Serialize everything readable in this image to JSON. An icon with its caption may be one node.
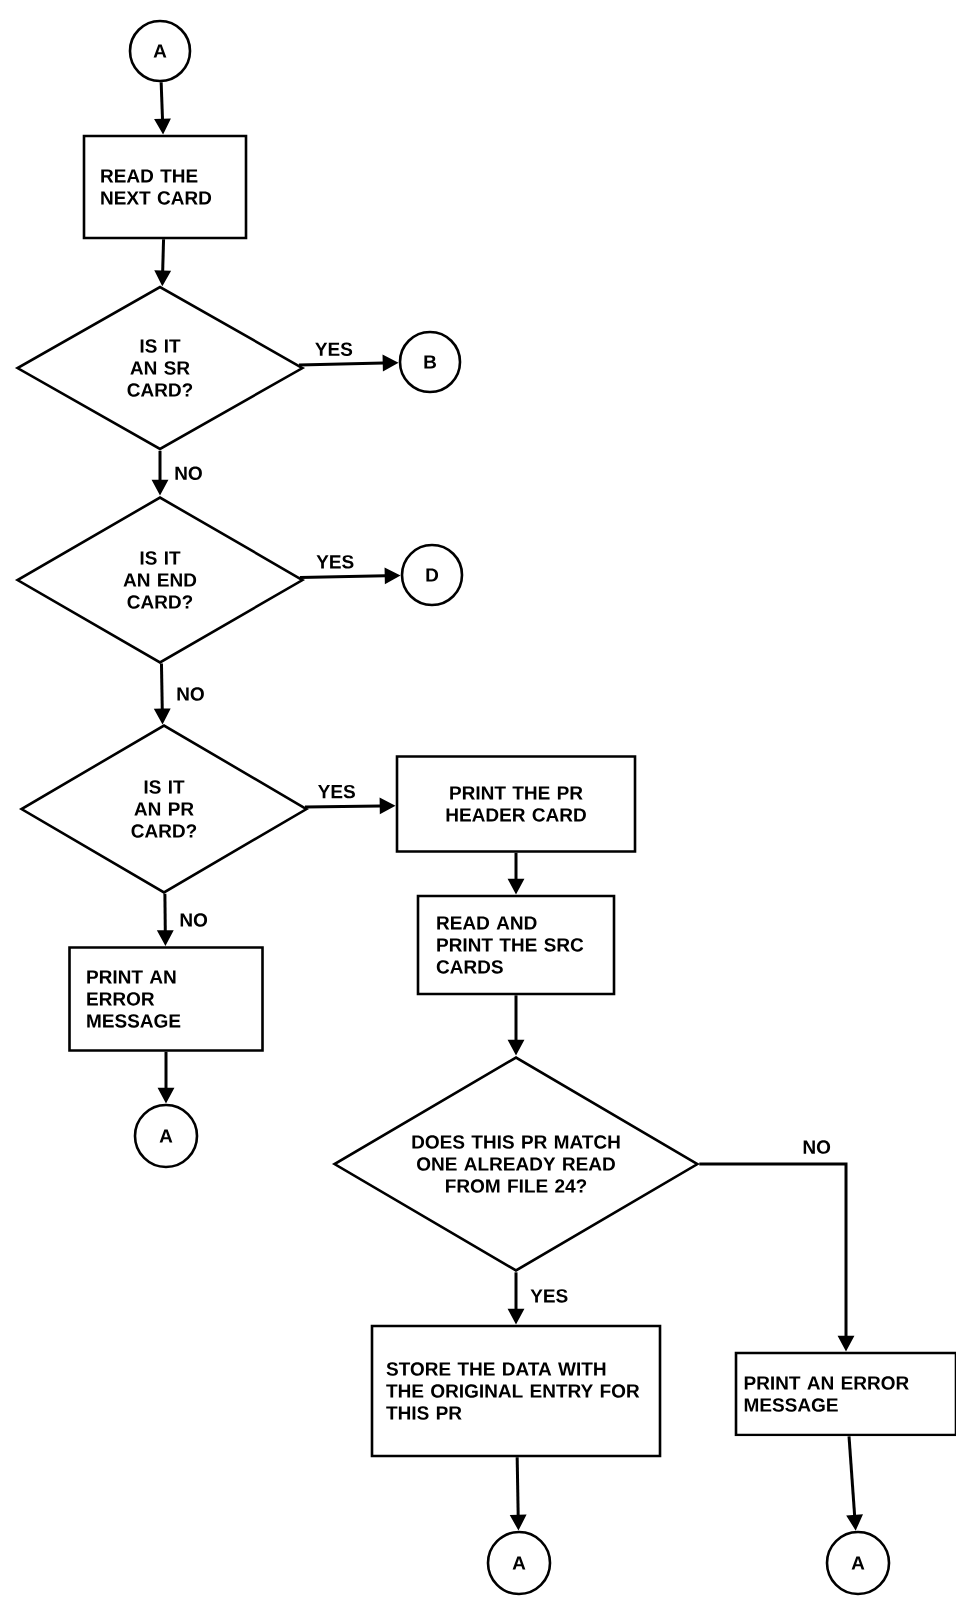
{
  "diagram": {
    "nodes": [
      {
        "text": [
          "A"
        ]
      },
      {
        "text": [
          "READ THE NEXT CARD"
        ]
      },
      {
        "text": [
          "IS IT AN SR CARD?"
        ]
      },
      {
        "text": [
          "B"
        ]
      },
      {
        "text": [
          "IS IT AN END CARD?"
        ]
      },
      {
        "text": [
          "D"
        ]
      },
      {
        "text": [
          "IS IT AN PR CARD?"
        ]
      },
      {
        "text": [
          "PRINT THE PR HEADER CARD"
        ]
      },
      {
        "text": [
          "PRINT AN ERROR MESSAGE"
        ]
      },
      {
        "text": [
          "A"
        ]
      },
      {
        "text": [
          "READ AND PRINT THE SRC CARDS"
        ]
      },
      {
        "text": [
          "DOES THIS PR MATCH ONE ALREADY READ FROM FILE 24?"
        ]
      },
      {
        "text": [
          "STORE THE DATA WITH THE ORIGINAL ENTRY FOR THIS PR"
        ]
      },
      {
        "text": [
          "PRINT AN ERROR MESSAGE"
        ]
      },
      {
        "text": [
          "A"
        ]
      },
      {
        "text": [
          "A"
        ]
      }
    ],
    "edges": [
      {
        "from": 0,
        "to": 1,
        "arrow": "to"
      },
      {
        "from": 1,
        "to": 2,
        "arrow": "to"
      },
      {
        "from": 2,
        "to": 3,
        "arrow": "to",
        "label": "YES"
      },
      {
        "from": 2,
        "to": 4,
        "arrow": "to",
        "label": "NO"
      },
      {
        "from": 4,
        "to": 5,
        "arrow": "to",
        "label": "YES"
      },
      {
        "from": 4,
        "to": 6,
        "arrow": "to",
        "label": "NO"
      },
      {
        "from": 6,
        "to": 7,
        "arrow": "to",
        "label": "YES"
      },
      {
        "from": 6,
        "to": 8,
        "arrow": "to",
        "label": "NO"
      },
      {
        "from": 8,
        "to": 9,
        "arrow": "to"
      },
      {
        "from": 7,
        "to": 10,
        "arrow": "to"
      },
      {
        "from": 10,
        "to": 11,
        "arrow": "to"
      },
      {
        "from": 11,
        "to": 12,
        "arrow": "to",
        "label": "YES"
      },
      {
        "from": 11,
        "to": 13,
        "arrow": "to",
        "label": "NO"
      },
      {
        "from": 12,
        "to": 14,
        "arrow": "to"
      },
      {
        "from": 13,
        "to": 15,
        "arrow": "to"
      }
    ]
  }
}
